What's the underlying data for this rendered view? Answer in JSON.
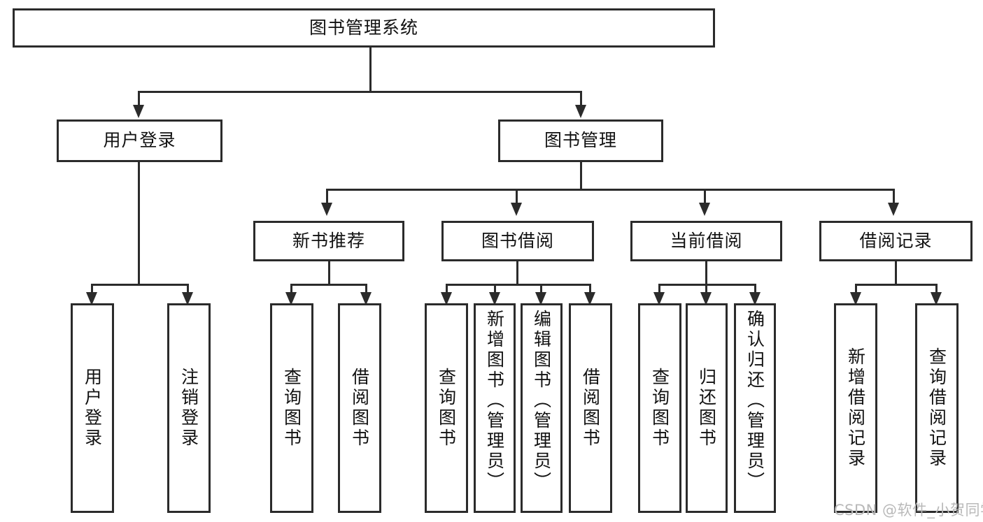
{
  "diagram": {
    "type": "tree-hierarchy-chart",
    "title_node": {
      "label": "图书管理系统"
    },
    "level2": [
      {
        "label": "用户登录"
      },
      {
        "label": "图书管理"
      }
    ],
    "level3": [
      {
        "label": "新书推荐"
      },
      {
        "label": "图书借阅"
      },
      {
        "label": "当前借阅"
      },
      {
        "label": "借阅记录"
      }
    ],
    "leaves": {
      "user_login": [
        {
          "label": "用户登录"
        },
        {
          "label": "注销登录"
        }
      ],
      "new_book_recommend": [
        {
          "label": "查询图书"
        },
        {
          "label": "借阅图书"
        }
      ],
      "book_borrow": [
        {
          "label": "查询图书"
        },
        {
          "label": "新增图书（管理员）"
        },
        {
          "label": "编辑图书（管理员）"
        },
        {
          "label": "借阅图书"
        }
      ],
      "current_borrow": [
        {
          "label": "查询图书"
        },
        {
          "label": "归还图书"
        },
        {
          "label": "确认归还（管理员）"
        }
      ],
      "borrow_record": [
        {
          "label": "新增借阅记录"
        },
        {
          "label": "查询借阅记录"
        }
      ]
    }
  },
  "watermark": {
    "text": "CSDN @软件_小贺同学"
  },
  "colors": {
    "stroke": "#2b2b2b",
    "background": "#ffffff",
    "text": "#111111",
    "watermark": "#b9b9b9"
  }
}
